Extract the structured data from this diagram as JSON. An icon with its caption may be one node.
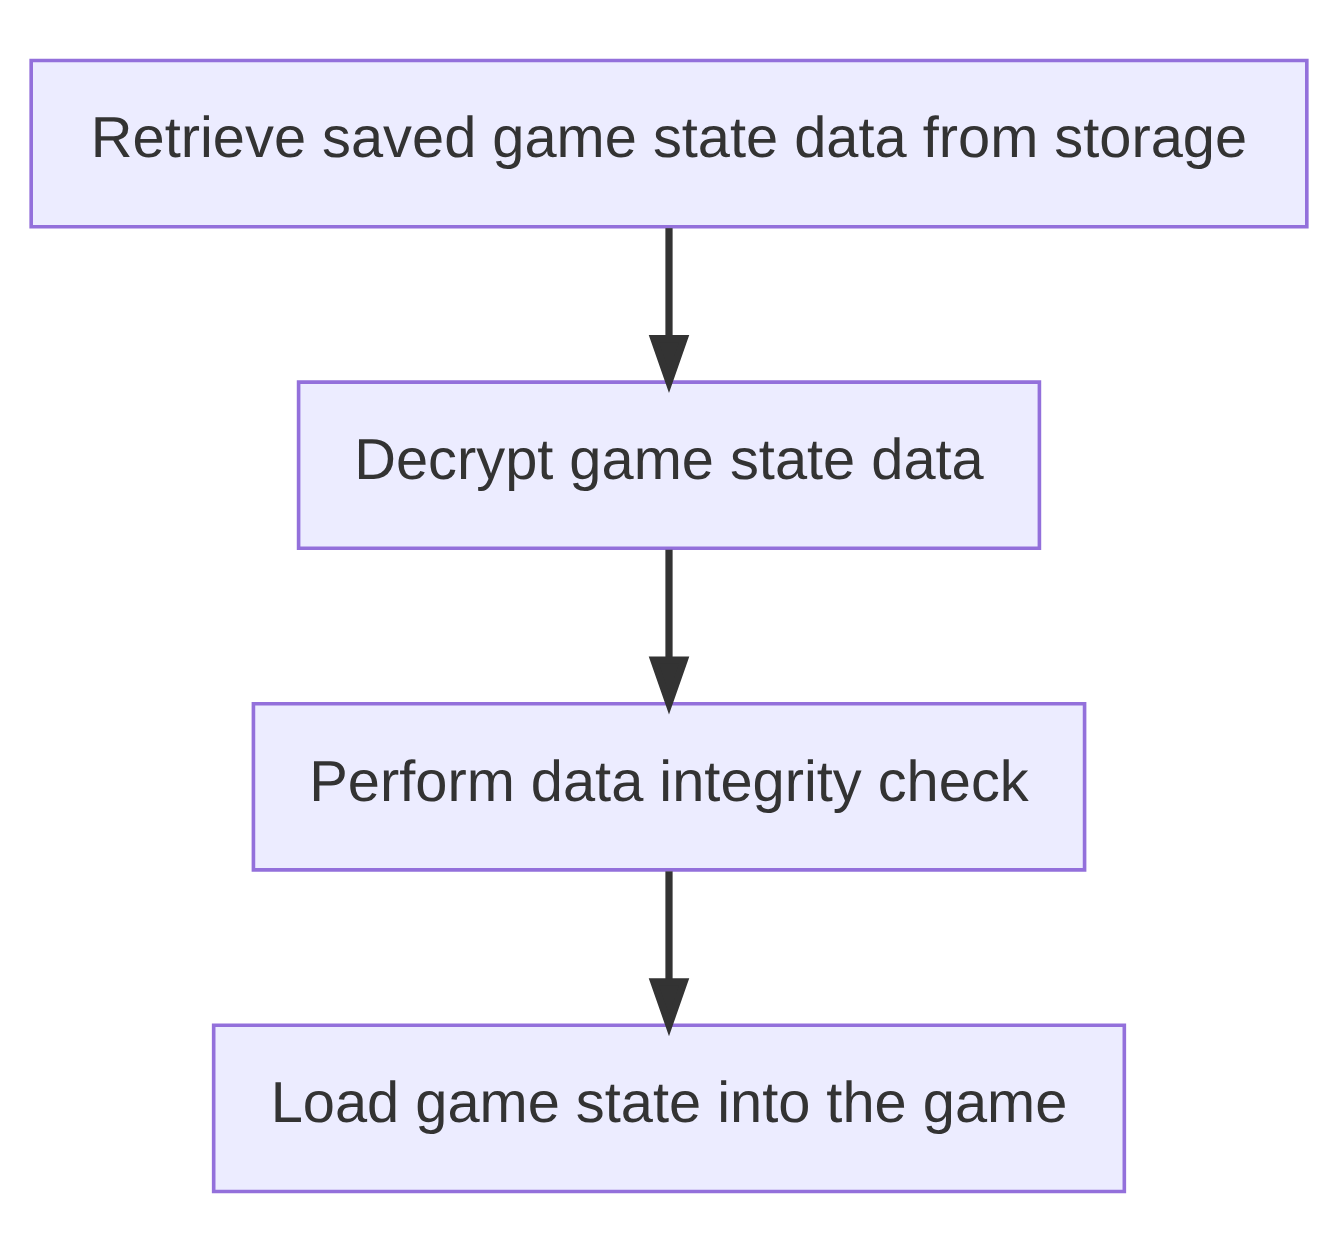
{
  "diagram": {
    "nodes": [
      {
        "text": [
          "Retrieve saved game state data from storage"
        ]
      },
      {
        "text": [
          "Decrypt game state data"
        ]
      },
      {
        "text": [
          "Perform data integrity check"
        ]
      },
      {
        "text": [
          "Load game state into the game"
        ]
      }
    ],
    "edges": [
      {
        "from": 0,
        "to": 1,
        "arrow": "to"
      },
      {
        "from": 1,
        "to": 2,
        "arrow": "to"
      },
      {
        "from": 2,
        "to": 3,
        "arrow": "to"
      }
    ]
  }
}
